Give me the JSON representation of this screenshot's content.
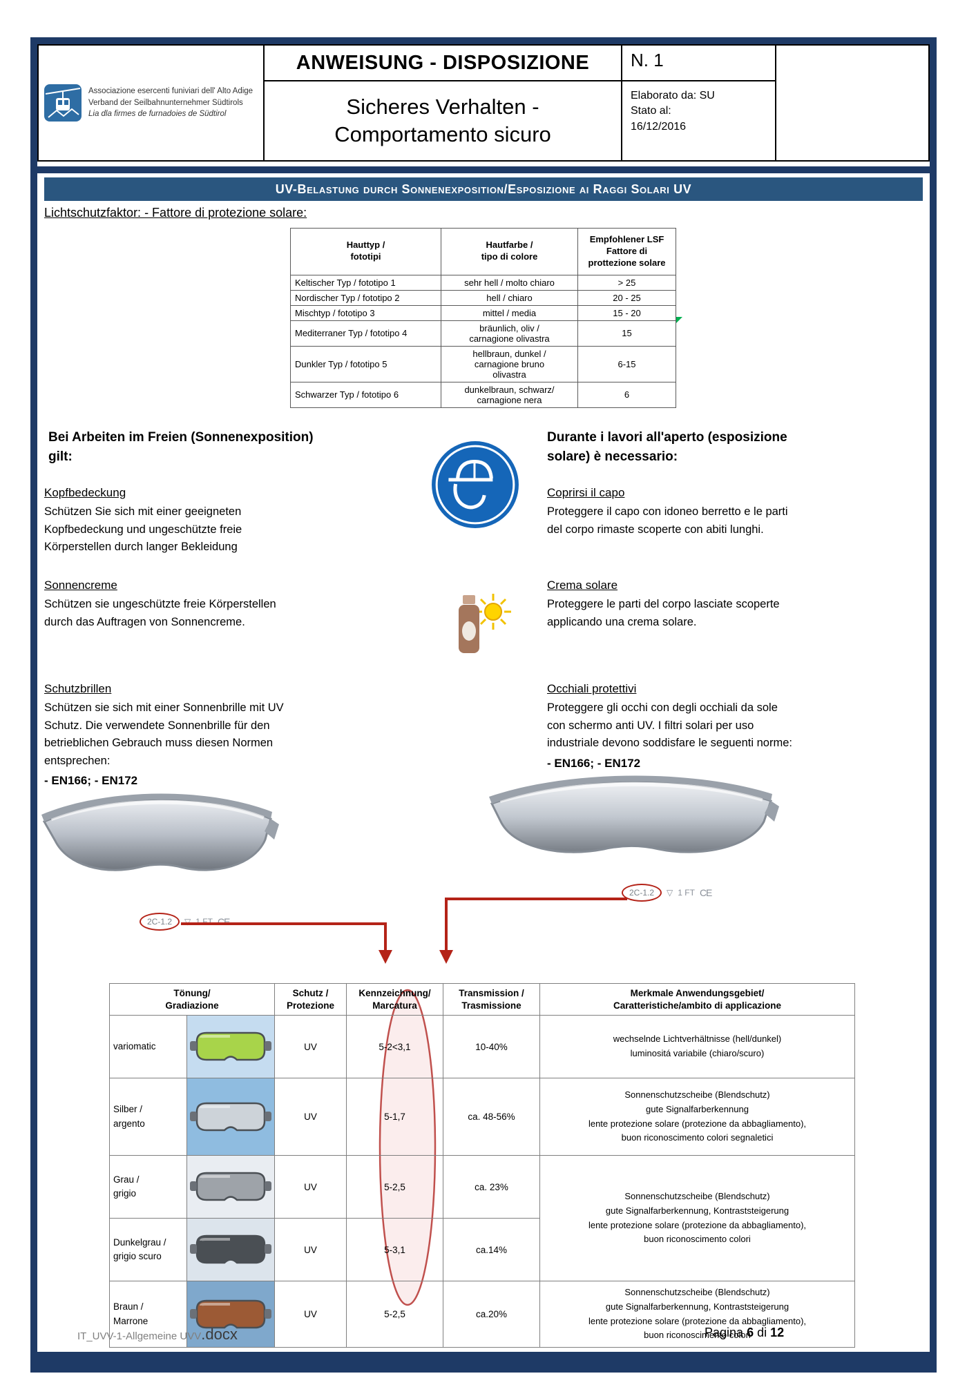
{
  "colors": {
    "navy": "#1E3A66",
    "banner": "#2A567F",
    "accent_red": "#B42318",
    "ellipse_red": "#C0504D",
    "sign_blue": "#1566B8",
    "table_border": "#7F7F7F"
  },
  "header": {
    "logo": {
      "line1": "Associazione esercenti funiviari dell' Alto Adige",
      "line2": "Verband der Seilbahnunternehmer Südtirols",
      "line3": "Lia dla firmes de furnadoies de Südtirol"
    },
    "title": "ANWEISUNG - DISPOSIZIONE",
    "number": "N. 1",
    "subtitle": "Sicheres Verhalten -\nComportamento sicuro",
    "elaborato": "Elaborato da: SU",
    "stato": "Stato al:",
    "date": "16/12/2016"
  },
  "banner": {
    "text": "UV-Belastung durch Sonnenexposition/Esposizione ai Raggi Solari UV"
  },
  "labels": {
    "lichtschutz": "Lichtschutzfaktor: - Fattore di protezione solare:"
  },
  "skin_table": {
    "headers": [
      "Hauttyp /\nfototipi",
      "Hautfarbe /\ntipo di colore",
      "Empfohlener LSF\nFattore di\nprottezione solare"
    ],
    "rows": [
      [
        "Keltischer Typ / fototipo 1",
        "sehr hell / molto chiaro",
        "> 25"
      ],
      [
        "Nordischer Typ / fototipo 2",
        "hell / chiaro",
        "20 - 25"
      ],
      [
        "Mischtyp / fototipo 3",
        "mittel / media",
        "15 - 20"
      ],
      [
        "Mediterraner Typ / fototipo 4",
        "bräunlich, oliv /\ncarnagione olivastra",
        "15"
      ],
      [
        "Dunkler Typ / fototipo 5",
        "hellbraun, dunkel /\ncarnagione bruno\nolivastra",
        "6-15"
      ],
      [
        "Schwarzer Typ / fototipo 6",
        "dunkelbraun, schwarz/\ncarnagione nera",
        "6"
      ]
    ]
  },
  "sections": {
    "intro_de": "Bei Arbeiten im Freien (Sonnenexposition)\ngilt:",
    "intro_it": "Durante i lavori all'aperto (esposizione\nsolare) è necessario:",
    "kopf_de_title": "Kopfbedeckung",
    "kopf_de_text": "Schützen Sie sich mit einer geeigneten\nKopfbedeckung und ungeschützte freie\nKörperstellen durch langer Bekleidung",
    "kopf_it_title": "Coprirsi il capo",
    "kopf_it_text": "Proteggere il capo con idoneo berretto e le parti\ndel corpo rimaste scoperte con abiti lunghi.",
    "creme_de_title": "Sonnencreme",
    "creme_de_text": "Schützen sie ungeschützte freie Körperstellen\ndurch das Auftragen von Sonnencreme.",
    "creme_it_title": "Crema solare",
    "creme_it_text": "Proteggere le parti del corpo lasciate scoperte\napplicando una crema solare.",
    "brille_de_title": "Schutzbrillen",
    "brille_de_text": "Schützen sie sich mit einer Sonnenbrille mit UV\nSchutz. Die verwendete Sonnenbrille für den\nbetrieblichen Gebrauch muss diesen Normen\nentsprechen:",
    "brille_de_norms": "- EN166; - EN172",
    "brille_it_title": "Occhiali protettivi",
    "brille_it_text": "Proteggere gli occhi con degli occhiali da sole\ncon schermo anti UV. I filtri solari per uso\nindustriale devono soddisfare le seguenti norme:",
    "brille_it_norms": "- EN166; - EN172"
  },
  "marking": {
    "code": "2C-1.2",
    "symbol": "▽",
    "rest": "1 FT",
    "ce": "CE"
  },
  "tint_table": {
    "headers": [
      "Tönung/\nGradiazione",
      "Schutz /\nProtezione",
      "Kennzeichnung/\nMarcatura",
      "Transmission /\nTrasmissione",
      "Merkmale Anwendungsgebiet/\nCaratteristiche/ambito di applicazione"
    ],
    "rows": [
      {
        "label": "variomatic",
        "lens_color": "#A8D44A",
        "bg": "#C5DCF0",
        "schutz": "UV",
        "marcatura": "5-2<3,1",
        "transmission": "10-40%",
        "merkmale": "wechselnde Lichtverhältnisse (hell/dunkel)\nluminositá variabile (chiaro/scuro)"
      },
      {
        "label": "Silber /\nargento",
        "lens_color": "#CDD3D9",
        "bg": "#8FBCE0",
        "schutz": "UV",
        "marcatura": "5-1,7",
        "transmission": "ca. 48-56%",
        "merkmale": "Sonnenschutzscheibe (Blendschutz)\ngute Signalfarberkennung\nlente protezione solare (protezione da abbagliamento),\nbuon riconoscimento colori segnaletici"
      },
      {
        "label": "Grau /\ngrigio",
        "lens_color": "#9EA3A9",
        "bg": "#E9EDF2",
        "schutz": "UV",
        "marcatura": "5-2,5",
        "transmission": "ca. 23%",
        "merkmale": "Sonnenschutzscheibe (Blendschutz)\ngute Signalfarberkennung, Kontraststeigerung\nlente protezione solare (protezione da abbagliamento),\nbuon riconoscimento colori"
      },
      {
        "label": "Dunkelgrau /\ngrigio scuro",
        "lens_color": "#4A4F54",
        "bg": "#DCE4EC",
        "schutz": "UV",
        "marcatura": "5-3,1",
        "transmission": "ca.14%",
        "merkmale": ""
      },
      {
        "label": "Braun /\nMarrone",
        "lens_color": "#9C5A35",
        "bg": "#7FA8CC",
        "schutz": "UV",
        "marcatura": "5-2,5",
        "transmission": "ca.20%",
        "merkmale": "Sonnenschutzscheibe (Blendschutz)\ngute Signalfarberkennung, Kontraststeigerung\nlente protezione solare (protezione da abbagliamento),\nbuon riconoscimento colori"
      }
    ]
  },
  "footer": {
    "filename": "IT_UVV-1-Allgemeine UVV",
    "filename_ext": ".docx",
    "page_label": "Pagina",
    "page_number": "6",
    "page_separator": "di",
    "page_total": "12"
  },
  "icons": {
    "sign": "head-protection-mandatory-sign",
    "sunscreen": "sunscreen-bottle-with-sun",
    "logo": "cable-car-logo",
    "comment": "review-comment-marker"
  }
}
